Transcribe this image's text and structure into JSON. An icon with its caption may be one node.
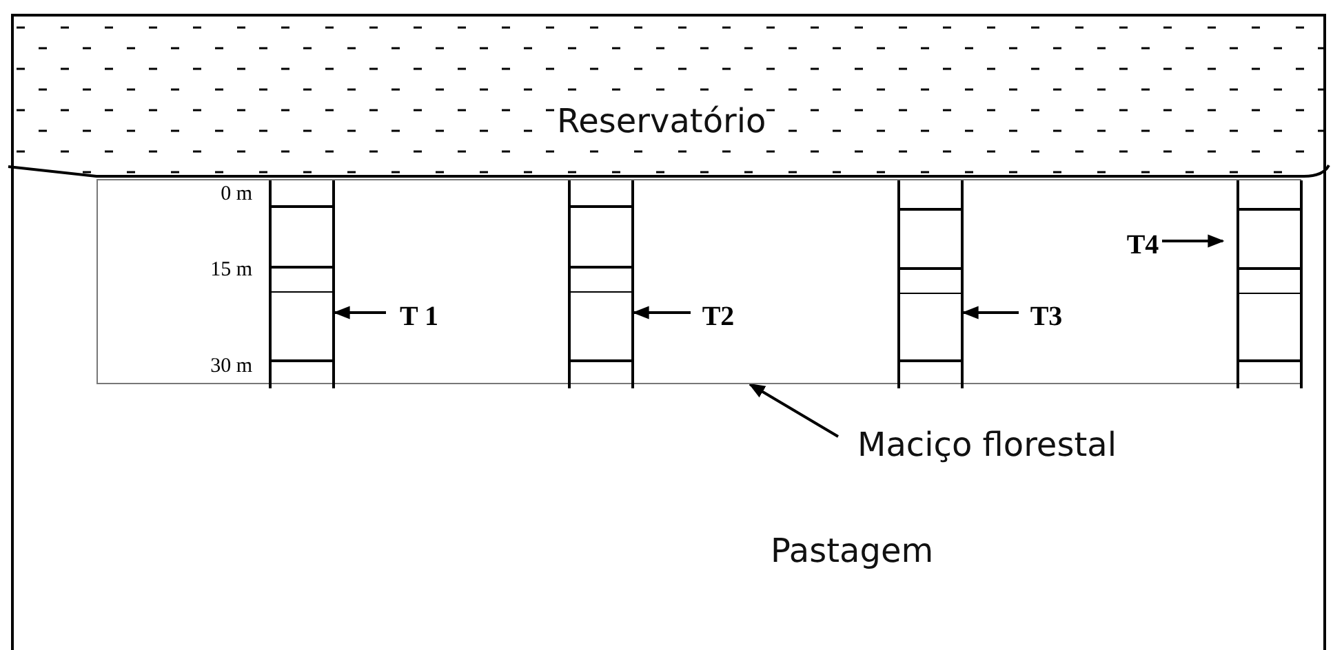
{
  "diagram": {
    "nodes": [
      {
        "text": [
          "Pastagem"
        ]
      },
      {
        "text": [
          "Reservatório"
        ],
        "in": 0
      },
      {
        "text": [],
        "shape": "box",
        "in": 0
      },
      {
        "text": [],
        "shape": "ladder",
        "in": 2
      },
      {
        "text": [],
        "shape": "ladder",
        "in": 2
      },
      {
        "text": [],
        "shape": "ladder",
        "in": 2
      },
      {
        "text": [],
        "shape": "ladder",
        "in": 2
      },
      {
        "text": [
          "T 1"
        ],
        "in": 2
      },
      {
        "text": [
          "T2"
        ],
        "in": 2
      },
      {
        "text": [
          "T3"
        ],
        "in": 2
      },
      {
        "text": [
          "T4"
        ],
        "in": 2
      },
      {
        "text": [
          "Maciço florestal"
        ],
        "in": 0
      }
    ],
    "edges": [
      {
        "from": 7,
        "to": 3,
        "arrow": "to"
      },
      {
        "from": 8,
        "to": 4,
        "arrow": "to"
      },
      {
        "from": 9,
        "to": 5,
        "arrow": "to"
      },
      {
        "from": 10,
        "to": 6,
        "arrow": "to"
      },
      {
        "from": 11,
        "to": 2,
        "arrow": "to"
      }
    ],
    "labels": [
      "0 m",
      "15 m",
      "30 m"
    ]
  }
}
